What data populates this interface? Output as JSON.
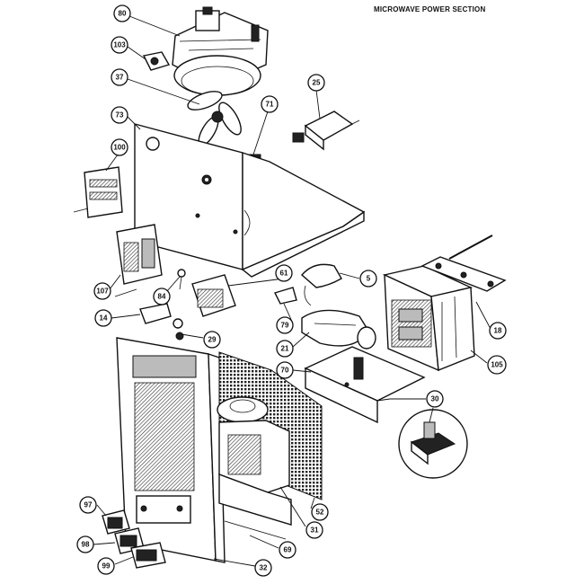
{
  "title": "MICROWAVE POWER SECTION",
  "callouts": [
    "80",
    "103",
    "37",
    "25",
    "71",
    "73",
    "100",
    "107",
    "84",
    "61",
    "5",
    "18",
    "14",
    "29",
    "79",
    "21",
    "70",
    "105",
    "30",
    "97",
    "98",
    "99",
    "31",
    "52",
    "69",
    "32"
  ]
}
